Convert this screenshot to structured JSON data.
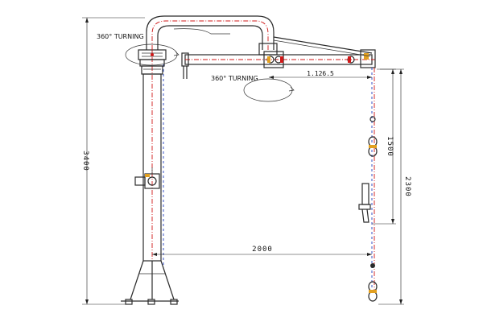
{
  "labels": {
    "turning_column": "360° TURNING",
    "turning_arm": "360° TURNING"
  },
  "dimensions": {
    "total_height": "3400",
    "arm_reach": "1.126.5",
    "drop_length": "1500",
    "hose_height": "2300",
    "horizontal_span": "2000"
  },
  "colors": {
    "outline": "#2b2b2b",
    "centerline_red": "#d01818",
    "centerline_blue": "#1f3fbf",
    "accent_orange": "#e2a020"
  }
}
